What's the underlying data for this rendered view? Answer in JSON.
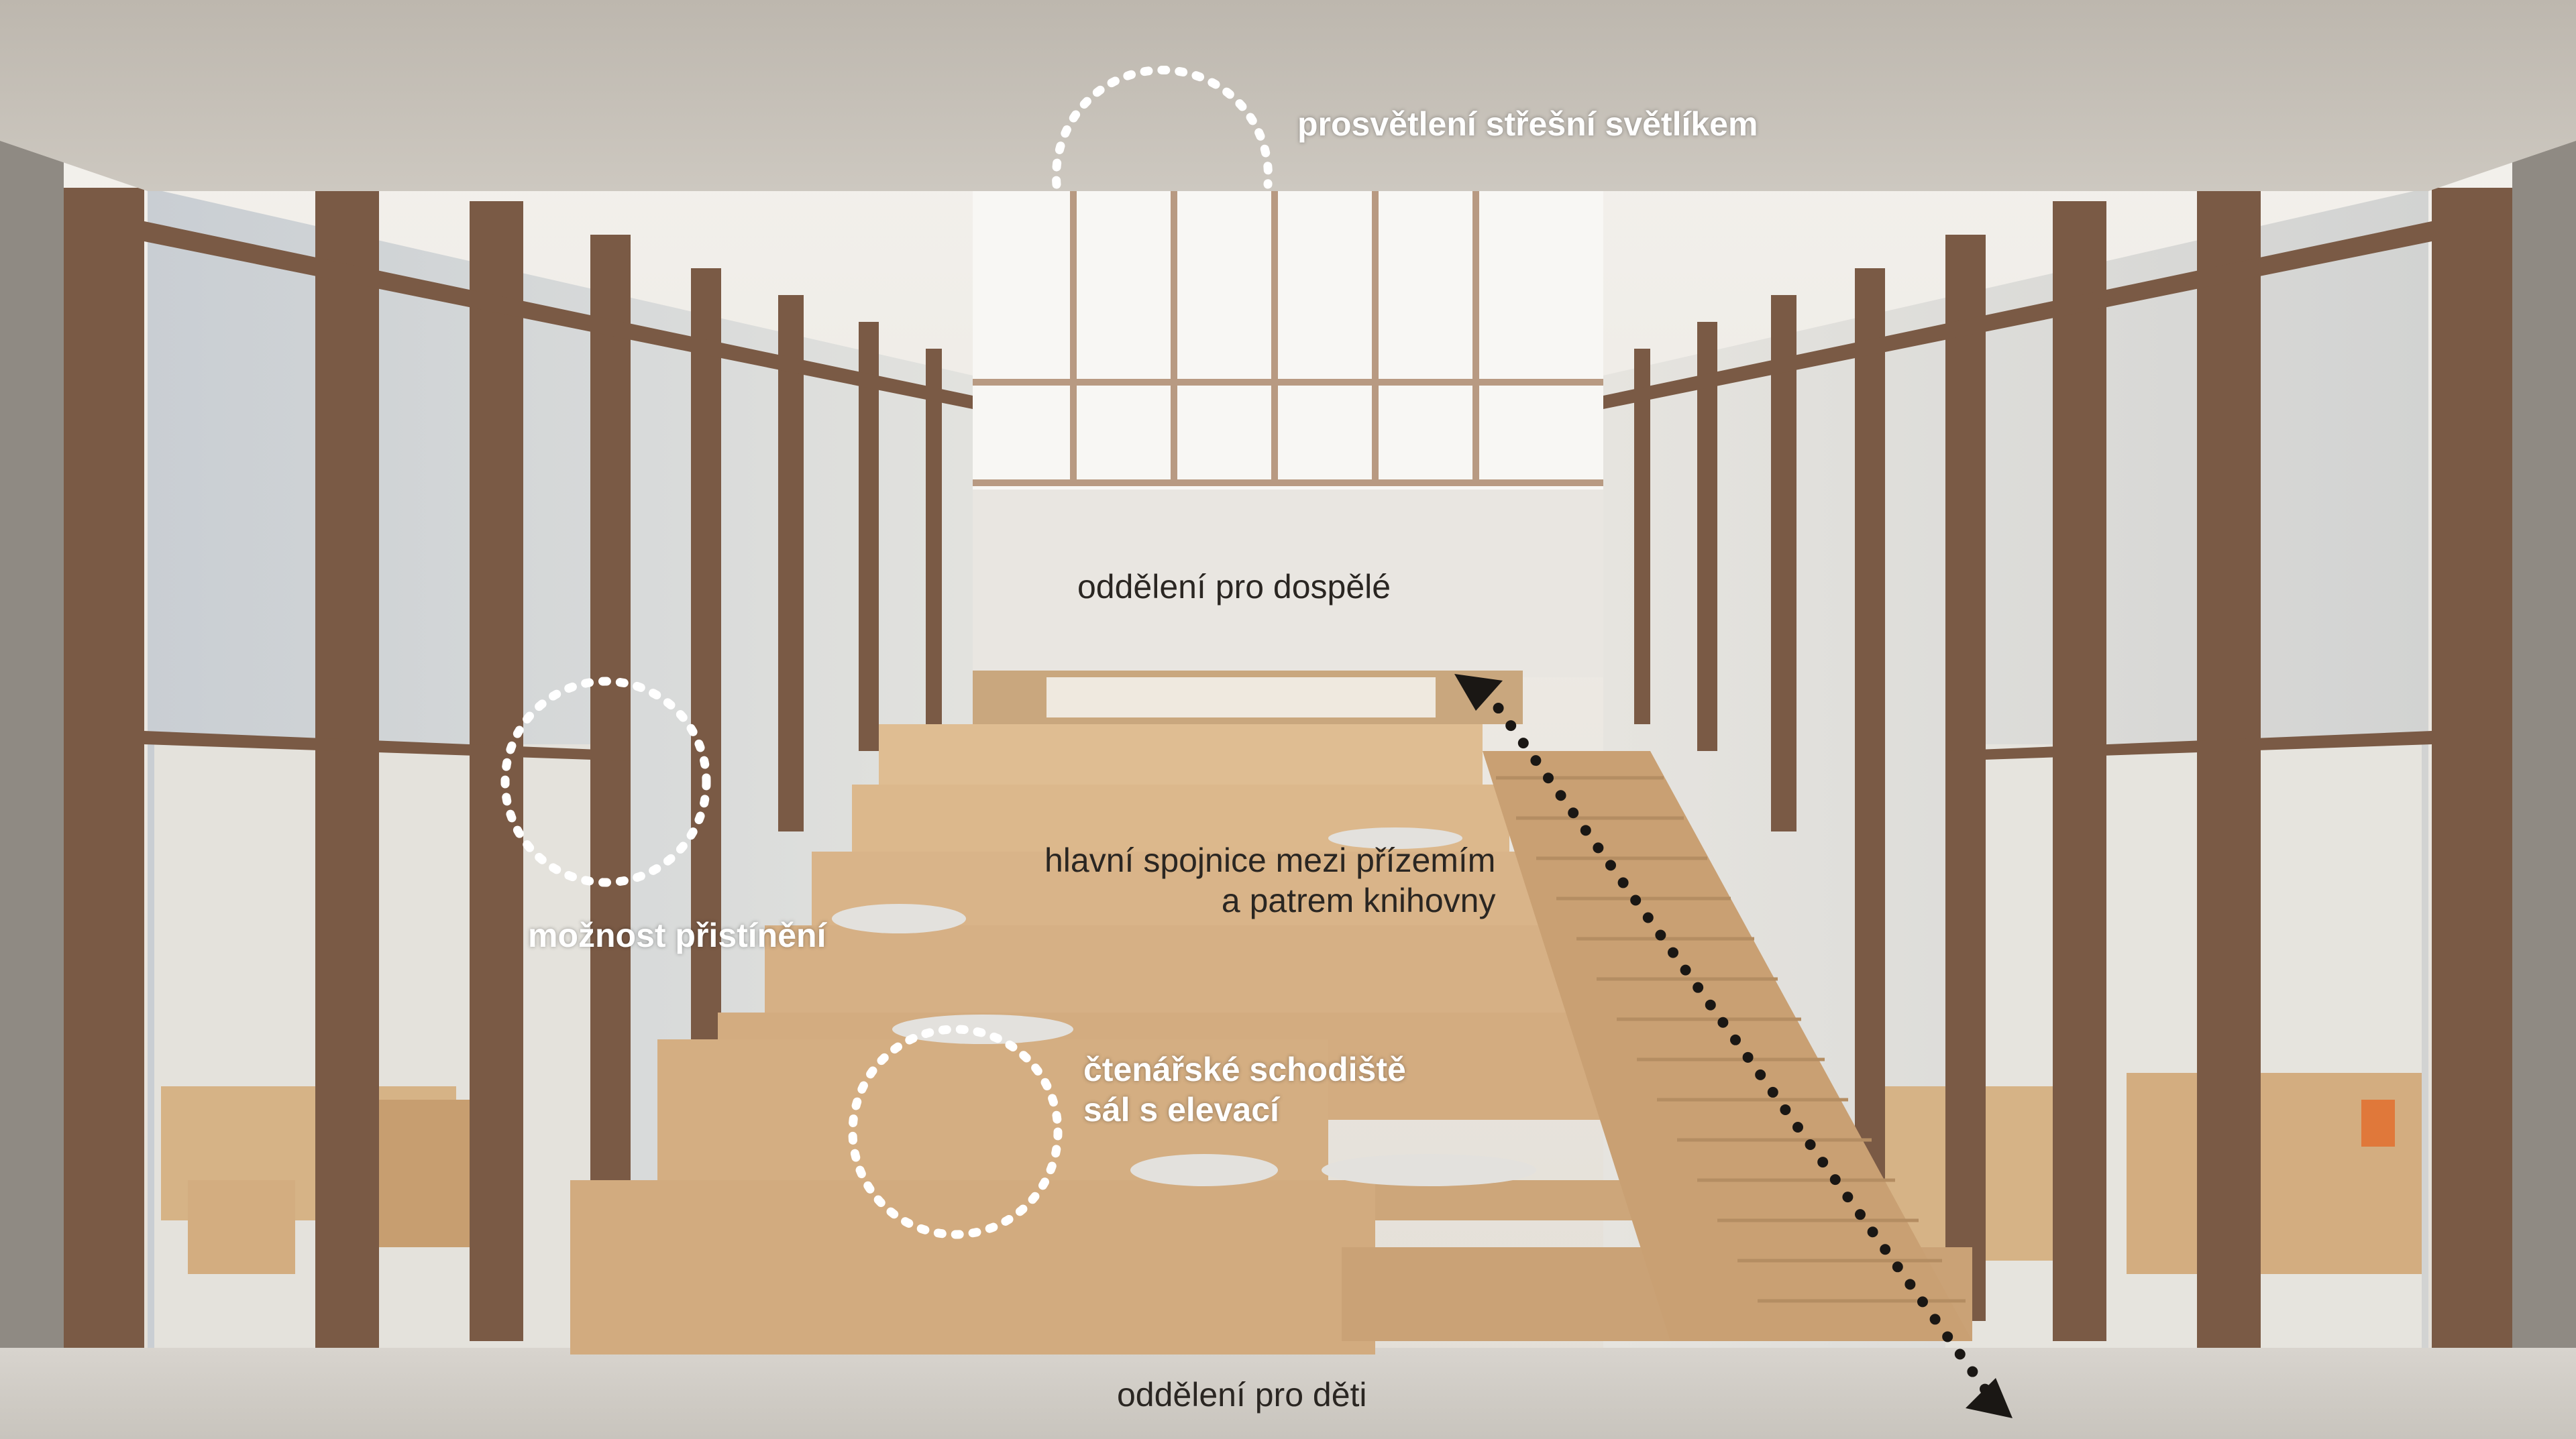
{
  "labels": {
    "skylight": "prosvětlení střešní světlíkem",
    "adults": "oddělení pro dospělé",
    "connection_line1": "hlavní spojnice mezi přízemím",
    "connection_line2": "a patrem knihovny",
    "shading": "možnost přistínění",
    "stairs_line1": "čtenářské schodiště",
    "stairs_line2": "sál s elevací",
    "children": "oddělení pro děti"
  },
  "colors": {
    "annotation_white": "#ffffff",
    "annotation_dark": "#2a2622",
    "timber_frame": "#7a5a45",
    "stair_wood": "#d9b489"
  }
}
